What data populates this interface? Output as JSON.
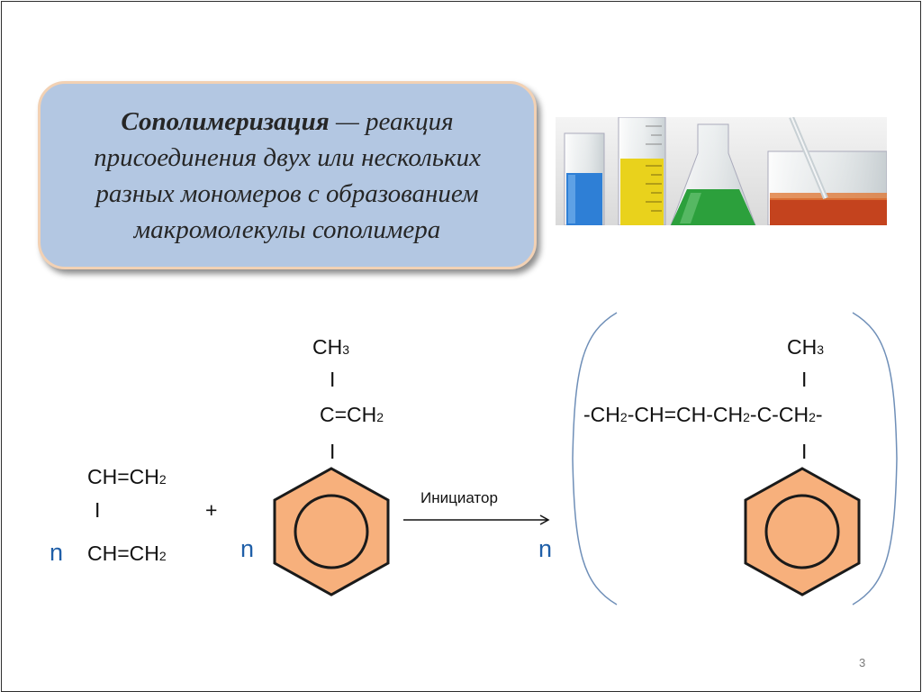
{
  "definition": {
    "term": "Сополимеризация",
    "text": " — реакция присоединения двух или нескольких разных мономеров с образованием макромолекулы сополимера"
  },
  "reaction": {
    "coefficient": "n",
    "monomer1": {
      "top": "CH=CH",
      "top_sub": "2",
      "bond": "I",
      "bottom": "CH=CH",
      "bottom_sub": "2"
    },
    "plus": "+",
    "monomer2": {
      "ch3": "CH",
      "ch3_sub": "3",
      "bond1": "I",
      "vinyl": "C=CH",
      "vinyl_sub": "2",
      "bond2": "I"
    },
    "arrow_label": "Инициатор",
    "product": {
      "ch3": "CH",
      "ch3_sub": "3",
      "bond1": "I",
      "chain": "-CH2-CH=CH-CH2-C-CH2-",
      "bond2": "I"
    },
    "colors": {
      "ring_fill": "#f7b07c",
      "ring_stroke": "#1a1a1a",
      "coefficient": "#1f5fa8",
      "bracket": "#6f8fb8"
    }
  },
  "page_number": "3"
}
